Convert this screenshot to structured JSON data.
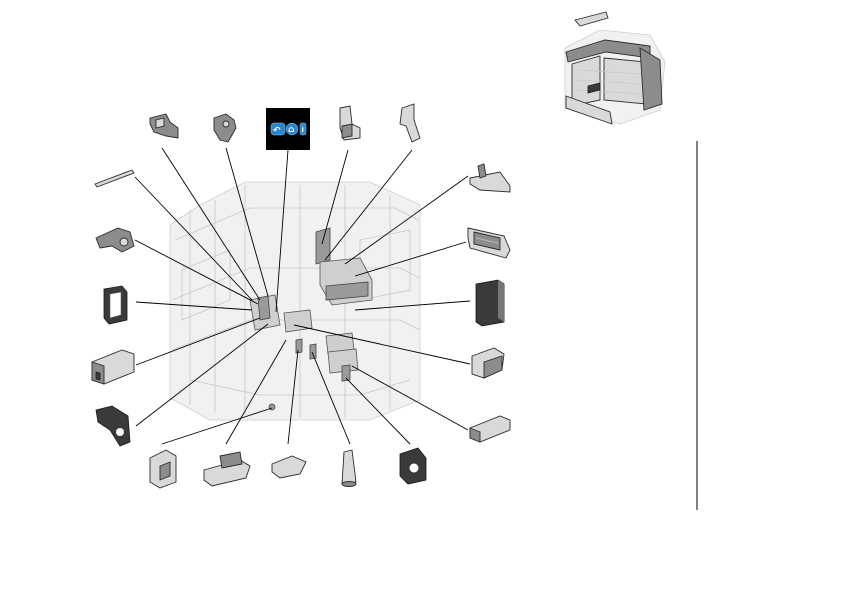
{
  "diagram": {
    "layout": "exploded-view",
    "colors": {
      "background": "#ffffff",
      "leader": "#000000",
      "badge_background": "#000000",
      "badge_button": "#2a86c8"
    },
    "nav_badge": {
      "icons": [
        "back-arrow-icon",
        "home-icon",
        "info-icon"
      ],
      "glyphs": [
        "↶",
        "⌂",
        "i"
      ]
    },
    "parts_count": 21
  }
}
